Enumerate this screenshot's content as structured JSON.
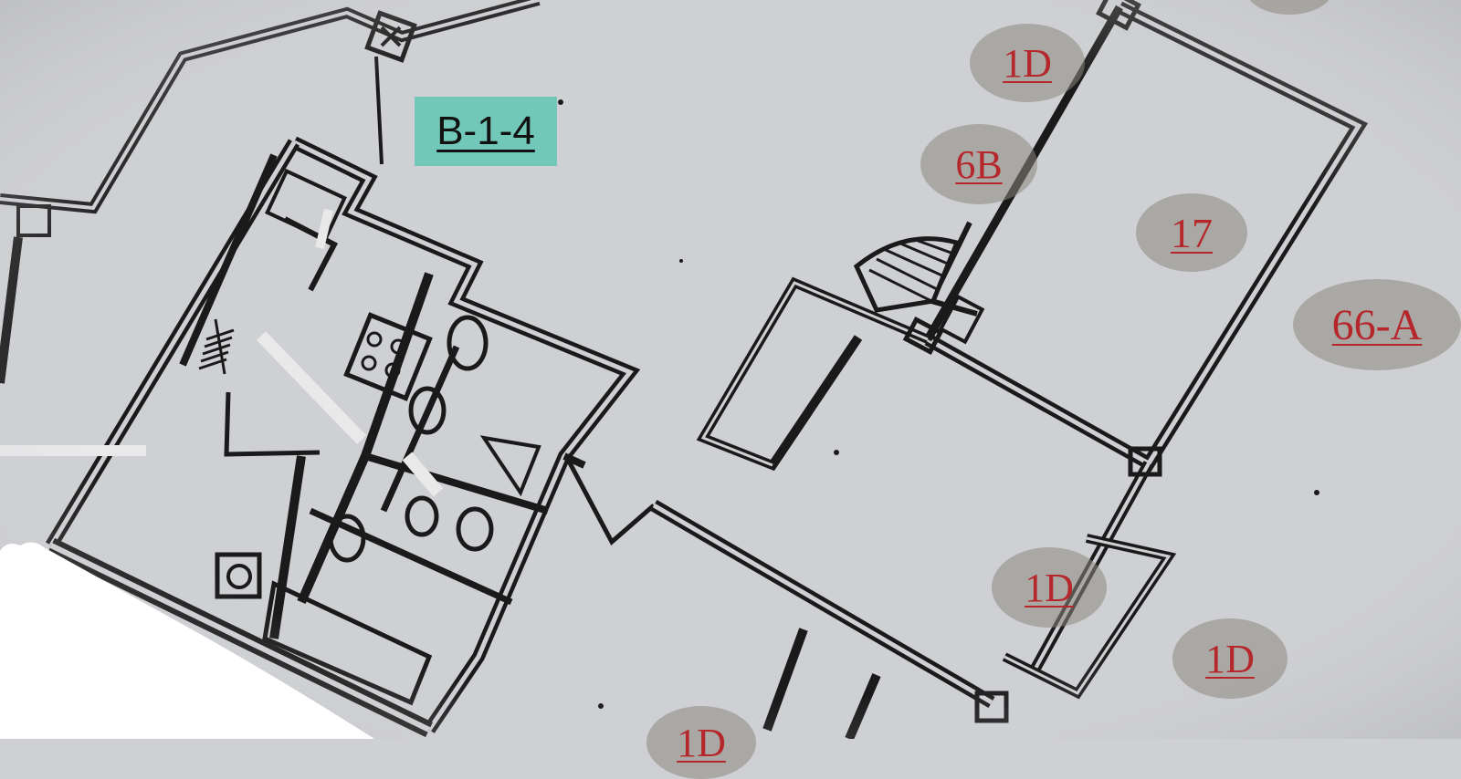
{
  "plan_label": "B-1-4",
  "tags": [
    {
      "id": "tag-1d-top",
      "text": "1D"
    },
    {
      "id": "tag-6b",
      "text": "6B"
    },
    {
      "id": "tag-17",
      "text": "17"
    },
    {
      "id": "tag-66a",
      "text": "66-A"
    },
    {
      "id": "tag-1d-mid",
      "text": "1D"
    },
    {
      "id": "tag-1d-bottom",
      "text": "1D"
    },
    {
      "id": "tag-1d-cut",
      "text": "1D"
    }
  ],
  "colors": {
    "background": "#cfd0d3",
    "wall": "#1a1a1a",
    "tag_text": "#b5272b",
    "tag_bg": "#8c8680",
    "label_bg": "#72c8b8"
  }
}
